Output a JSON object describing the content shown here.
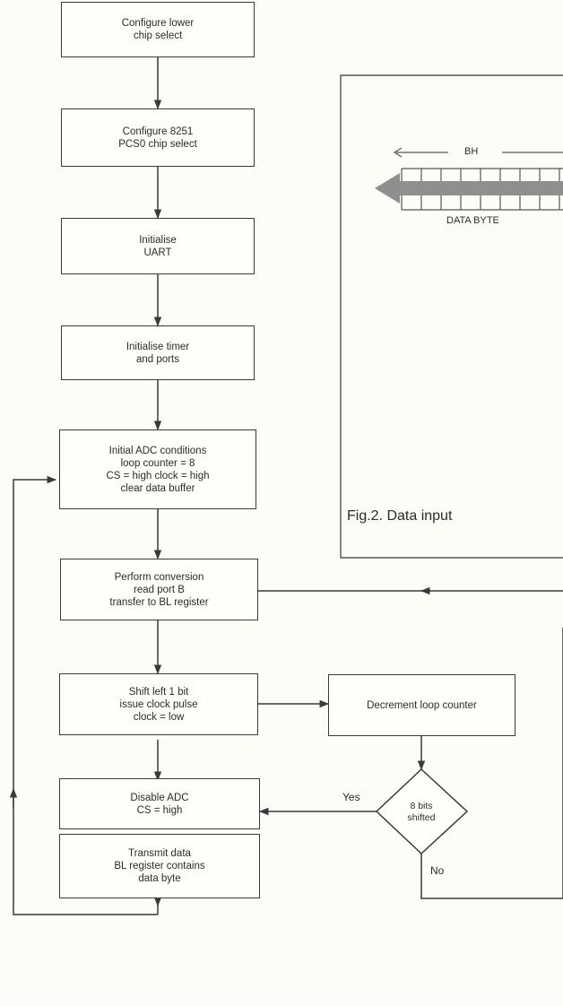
{
  "flowchart": {
    "boxes": {
      "configure_lower": {
        "lines": [
          "Configure lower",
          "chip select"
        ]
      },
      "configure_8251": {
        "lines": [
          "Configure 8251",
          "PCS0 chip select"
        ]
      },
      "init_uart": {
        "lines": [
          "Initialise",
          "UART"
        ]
      },
      "init_timer": {
        "lines": [
          "Initialise timer",
          "and ports"
        ]
      },
      "initial_adc": {
        "lines": [
          "Initial ADC conditions",
          "loop counter = 8",
          "CS = high   clock = high",
          "clear data buffer"
        ]
      },
      "perform_conversion": {
        "lines": [
          "Perform conversion",
          "read port B",
          "transfer to BL register"
        ]
      },
      "shift_left": {
        "lines": [
          "Shift left 1 bit",
          "issue clock pulse",
          "clock = low"
        ]
      },
      "decrement": {
        "lines": [
          "Decrement loop counter"
        ]
      },
      "disable_adc": {
        "lines": [
          "Disable ADC",
          "CS = high"
        ]
      },
      "transmit": {
        "lines": [
          "Transmit data",
          "BL register contains",
          "data byte"
        ]
      }
    },
    "decision": {
      "lines": [
        "8 bits",
        "shifted"
      ]
    },
    "yes_label": "Yes",
    "no_label": "No"
  },
  "figure": {
    "bh_label": "BH",
    "data_byte_label": "DATA BYTE",
    "caption": "Fig.2. Data input"
  }
}
